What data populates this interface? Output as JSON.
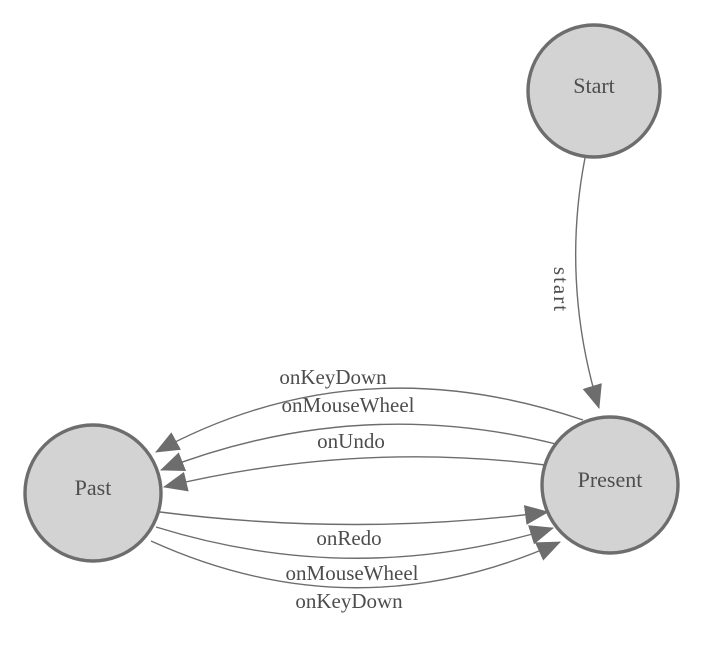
{
  "diagram": {
    "colors": {
      "node_fill": "#d3d3d3",
      "node_stroke": "#6d6d6d",
      "edge_color": "#6d6d6d",
      "label_color": "#4d4d4d"
    },
    "nodes": {
      "start": {
        "label": "Start"
      },
      "present": {
        "label": "Present"
      },
      "past": {
        "label": "Past"
      }
    },
    "edges": {
      "start_to_present": {
        "label": "start"
      },
      "present_to_past": [
        {
          "label": "onKeyDown"
        },
        {
          "label": "onMouseWheel"
        },
        {
          "label": "onUndo"
        }
      ],
      "past_to_present": [
        {
          "label": "onRedo"
        },
        {
          "label": "onMouseWheel"
        },
        {
          "label": "onKeyDown"
        }
      ]
    }
  }
}
